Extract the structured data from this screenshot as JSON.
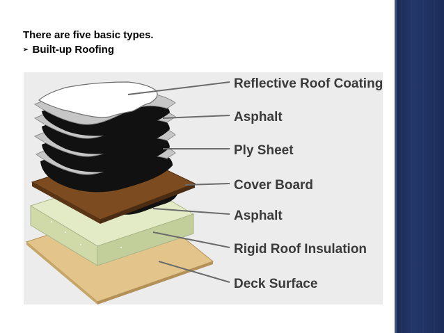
{
  "slide": {
    "heading": "There are five basic types.",
    "bullet_symbol": "➢",
    "bullet_text": "Built-up Roofing"
  },
  "diagram": {
    "labels": [
      "Reflective Roof Coating",
      "Asphalt",
      "Ply Sheet",
      "Cover Board",
      "Asphalt",
      "Rigid Roof Insulation",
      "Deck Surface"
    ]
  },
  "colors": {
    "sidebar": "#1f305e",
    "diagram_background": "#ececec",
    "deck": "#e3c48a",
    "insulation": "#dfe9c2",
    "cover_board": "#7a4a1e",
    "asphalt": "#111111",
    "ply_sheet": "#c9c9c9",
    "coating": "#ffffff"
  }
}
